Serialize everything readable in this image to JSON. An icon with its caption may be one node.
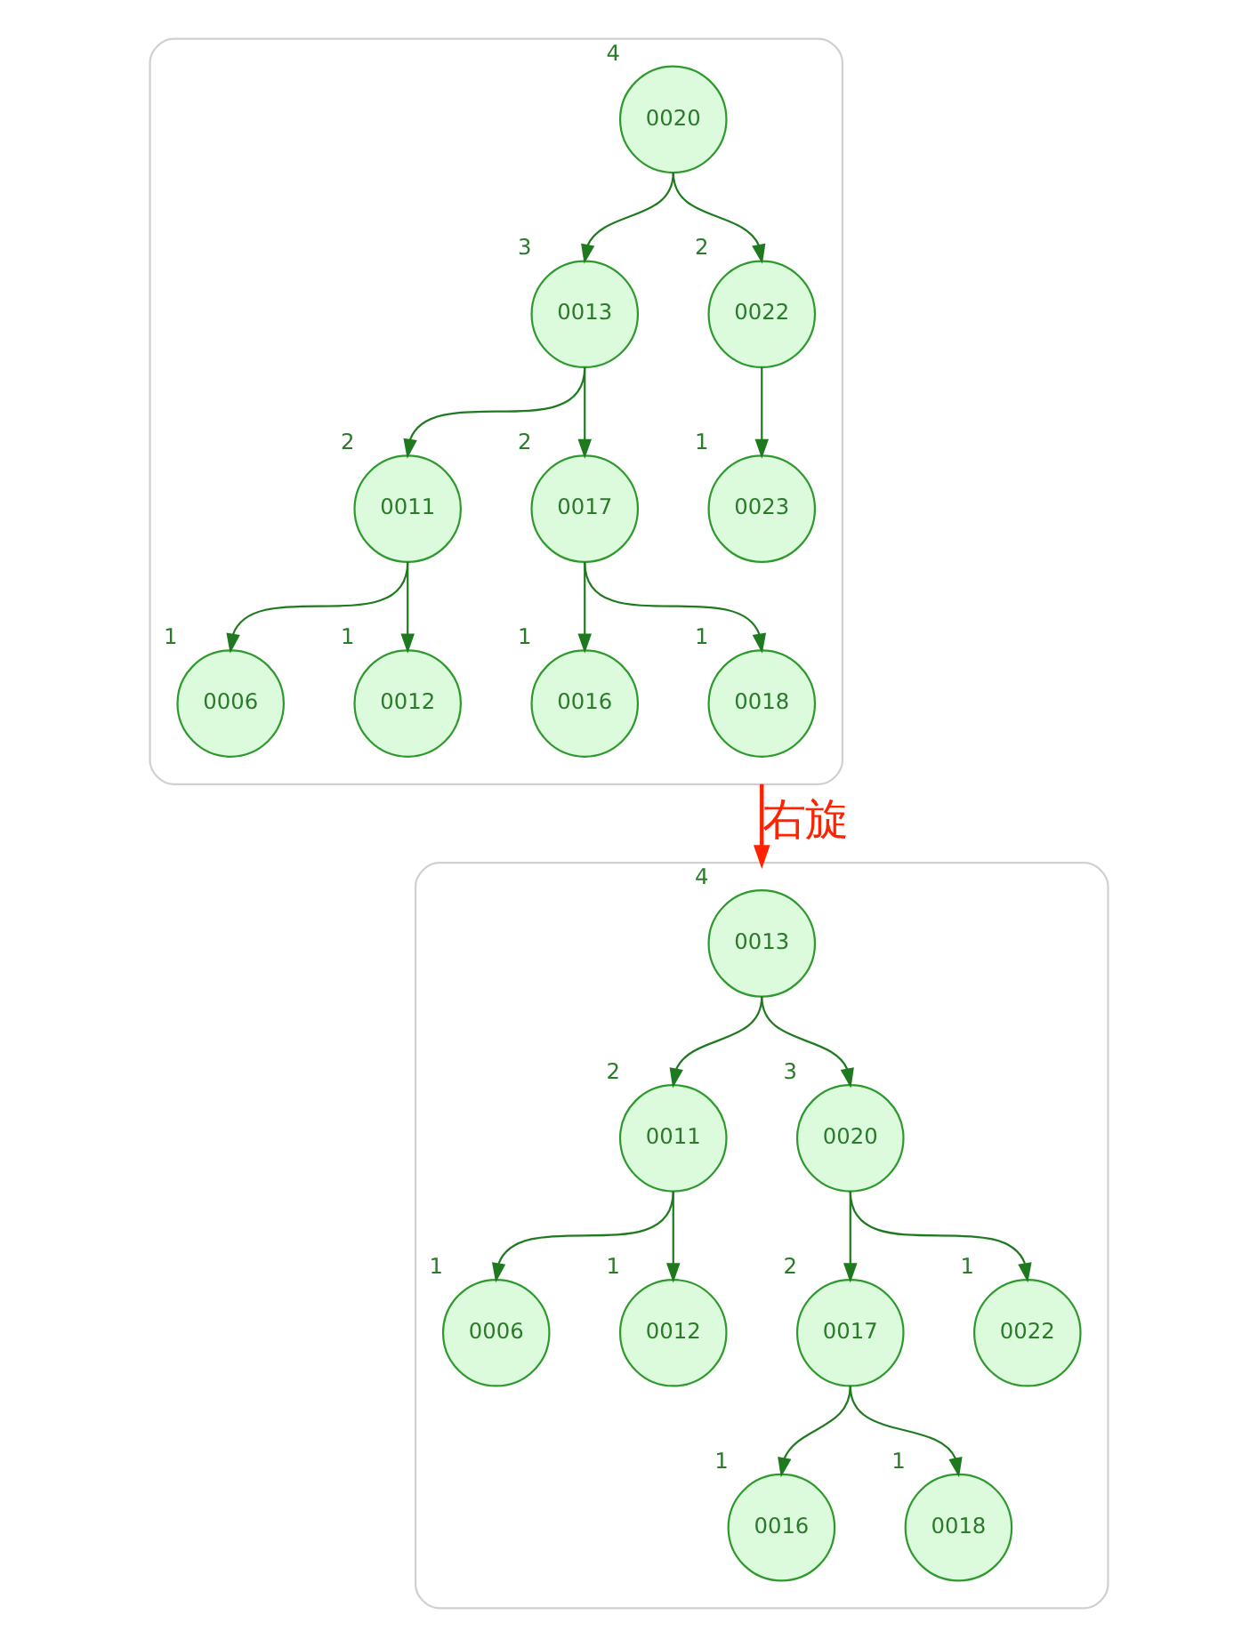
{
  "diagram": {
    "nodes": [
      {
        "text": [],
        "shape": "box"
      },
      {
        "text": [
          "0020"
        ],
        "beside": [
          "4"
        ],
        "in": 0
      },
      {
        "text": [
          "0013"
        ],
        "beside": [
          "3"
        ],
        "in": 0
      },
      {
        "text": [
          "0022"
        ],
        "beside": [
          "2"
        ],
        "in": 0
      },
      {
        "text": [
          "0011"
        ],
        "beside": [
          "2"
        ],
        "in": 0
      },
      {
        "text": [
          "0017"
        ],
        "beside": [
          "2"
        ],
        "in": 0
      },
      {
        "text": [
          "0023"
        ],
        "beside": [
          "1"
        ],
        "in": 0
      },
      {
        "text": [
          "0006"
        ],
        "beside": [
          "1"
        ],
        "in": 0
      },
      {
        "text": [
          "0012"
        ],
        "beside": [
          "1"
        ],
        "in": 0
      },
      {
        "text": [
          "0016"
        ],
        "beside": [
          "1"
        ],
        "in": 0
      },
      {
        "text": [
          "0018"
        ],
        "beside": [
          "1"
        ],
        "in": 0
      },
      {
        "text": [],
        "shape": "box"
      },
      {
        "text": [
          "0013"
        ],
        "beside": [
          "4"
        ],
        "in": 11
      },
      {
        "text": [
          "0011"
        ],
        "beside": [
          "2"
        ],
        "in": 11
      },
      {
        "text": [
          "0020"
        ],
        "beside": [
          "3"
        ],
        "in": 11
      },
      {
        "text": [
          "0006"
        ],
        "beside": [
          "1"
        ],
        "in": 11
      },
      {
        "text": [
          "0012"
        ],
        "beside": [
          "1"
        ],
        "in": 11
      },
      {
        "text": [
          "0017"
        ],
        "beside": [
          "2"
        ],
        "in": 11
      },
      {
        "text": [
          "0022"
        ],
        "beside": [
          "1"
        ],
        "in": 11
      },
      {
        "text": [
          "0016"
        ],
        "beside": [
          "1"
        ],
        "in": 11
      },
      {
        "text": [
          "0018"
        ],
        "beside": [
          "1"
        ],
        "in": 11
      }
    ],
    "edges": [
      {
        "from": 1,
        "to": 2,
        "arrow": "to"
      },
      {
        "from": 1,
        "to": 3,
        "arrow": "to"
      },
      {
        "from": 2,
        "to": 4,
        "arrow": "to"
      },
      {
        "from": 2,
        "to": 5,
        "arrow": "to"
      },
      {
        "from": 3,
        "to": 6,
        "arrow": "to"
      },
      {
        "from": 4,
        "to": 7,
        "arrow": "to"
      },
      {
        "from": 4,
        "to": 8,
        "arrow": "to"
      },
      {
        "from": 5,
        "to": 9,
        "arrow": "to"
      },
      {
        "from": 5,
        "to": 10,
        "arrow": "to"
      },
      {
        "from": 0,
        "to": 11,
        "arrow": "to",
        "label": "右旋",
        "color": "#ff2200"
      },
      {
        "from": 12,
        "to": 13,
        "arrow": "to"
      },
      {
        "from": 12,
        "to": 14,
        "arrow": "to"
      },
      {
        "from": 13,
        "to": 15,
        "arrow": "to"
      },
      {
        "from": 13,
        "to": 16,
        "arrow": "to"
      },
      {
        "from": 14,
        "to": 17,
        "arrow": "to"
      },
      {
        "from": 14,
        "to": 18,
        "arrow": "to"
      },
      {
        "from": 17,
        "to": 19,
        "arrow": "to"
      },
      {
        "from": 17,
        "to": 20,
        "arrow": "to"
      }
    ]
  }
}
